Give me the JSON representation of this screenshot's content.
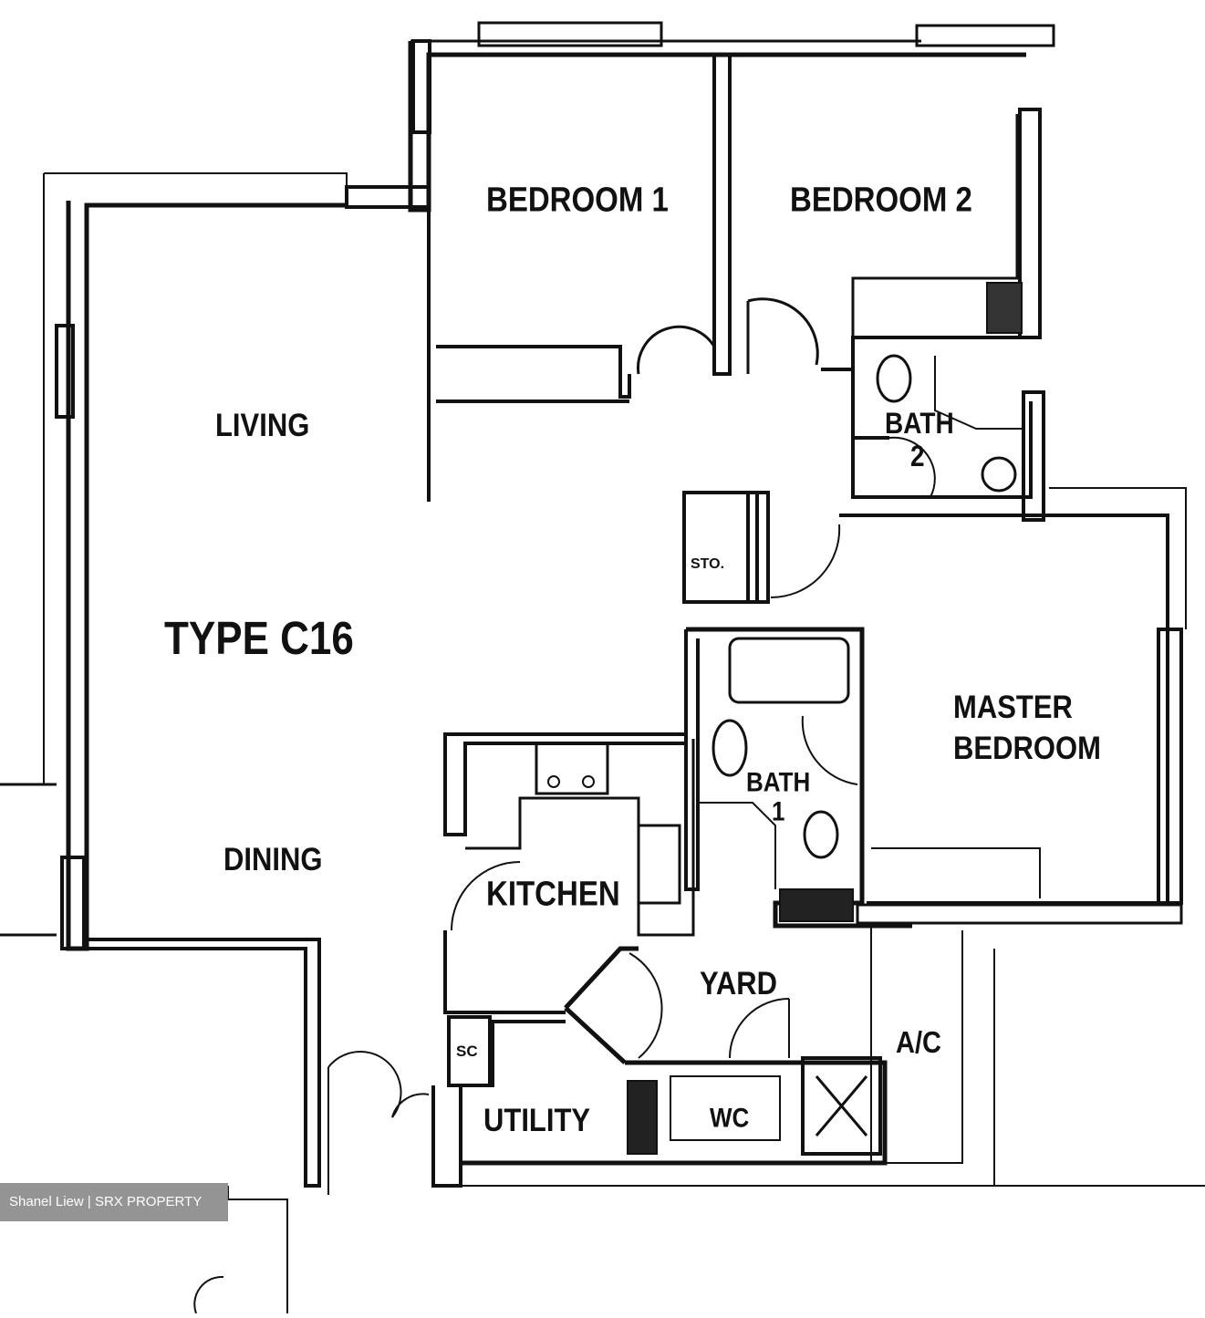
{
  "plan": {
    "type_label": "TYPE C16",
    "rooms": {
      "bedroom1": "BEDROOM 1",
      "bedroom2": "BEDROOM 2",
      "living": "LIVING",
      "dining": "DINING",
      "kitchen": "KITCHEN",
      "yard": "YARD",
      "utility": "UTILITY",
      "wc": "WC",
      "ac": "A/C",
      "bath2_line1": "BATH",
      "bath2_line2": "2",
      "bath1_line1": "BATH",
      "bath1_line2": "1",
      "master_line1": "MASTER",
      "master_line2": "BEDROOM",
      "store": "STO.",
      "sc": "SC"
    }
  },
  "watermark": {
    "text": "Shanel Liew | SRX PROPERTY"
  },
  "colors": {
    "wall": "#111111",
    "background": "#ffffff",
    "watermark_bg": "#8b8b8b",
    "watermark_text": "#ffffff"
  }
}
